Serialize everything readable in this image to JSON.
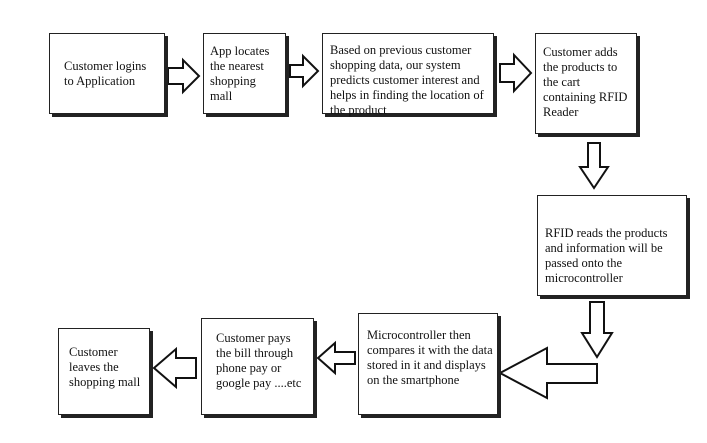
{
  "flowchart": {
    "steps": [
      {
        "id": "login",
        "text": "Customer logins to Application"
      },
      {
        "id": "locate",
        "text": "App locates the nearest shopping mall"
      },
      {
        "id": "predict",
        "text": "Based on previous customer shopping data, our system predicts customer interest and helps in finding the location of the product"
      },
      {
        "id": "cart",
        "text": "Customer adds the products to the cart containing RFID Reader"
      },
      {
        "id": "rfid",
        "text": "RFID reads the products and information will be passed onto the microcontroller"
      },
      {
        "id": "micro",
        "text": "Microcontroller then compares it with the data stored in it and displays on the smartphone"
      },
      {
        "id": "pay",
        "text": "Customer pays the bill through phone pay or google pay ....etc"
      },
      {
        "id": "leave",
        "text": "Customer leaves the shopping mall"
      }
    ],
    "connections": [
      {
        "from": "login",
        "to": "locate"
      },
      {
        "from": "locate",
        "to": "predict"
      },
      {
        "from": "predict",
        "to": "cart"
      },
      {
        "from": "cart",
        "to": "rfid"
      },
      {
        "from": "rfid",
        "to": "micro"
      },
      {
        "from": "micro",
        "to": "pay"
      },
      {
        "from": "pay",
        "to": "leave"
      }
    ]
  }
}
